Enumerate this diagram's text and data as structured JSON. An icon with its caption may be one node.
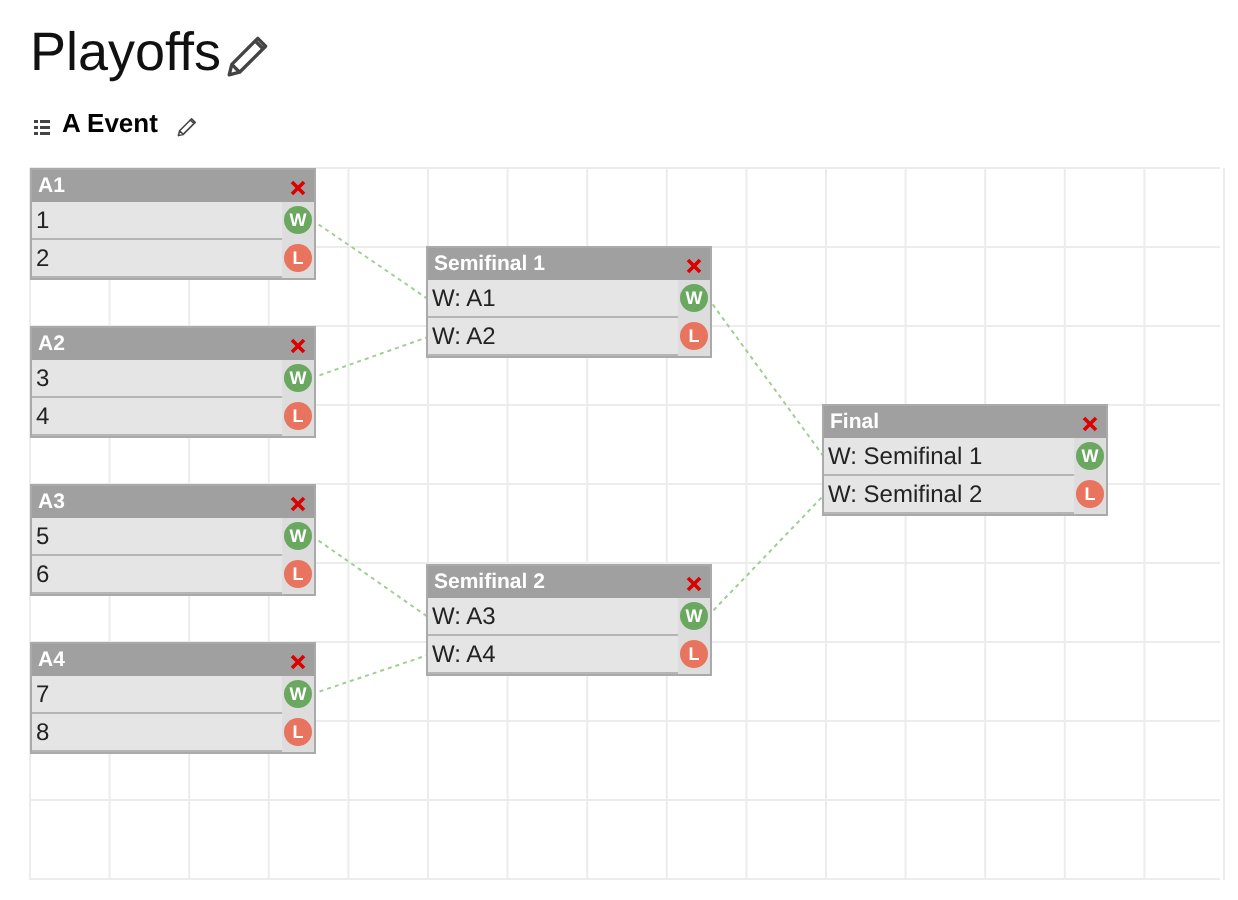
{
  "diagram": {
    "title": "Playoffs",
    "nodes": [
      {
        "text": [
          "A1"
        ]
      },
      {
        "text": [
          "1"
        ],
        "in": 0
      },
      {
        "text": [
          "2"
        ],
        "in": 0
      },
      {
        "text": [
          "W"
        ],
        "in": 0
      },
      {
        "text": [
          "L"
        ],
        "in": 0
      },
      {
        "text": [
          "A2"
        ]
      },
      {
        "text": [
          "3"
        ],
        "in": 5
      },
      {
        "text": [
          "4"
        ],
        "in": 5
      },
      {
        "text": [
          "W"
        ],
        "in": 5
      },
      {
        "text": [
          "L"
        ],
        "in": 5
      },
      {
        "text": [
          "A3"
        ]
      },
      {
        "text": [
          "5"
        ],
        "in": 10
      },
      {
        "text": [
          "6"
        ],
        "in": 10
      },
      {
        "text": [
          "W"
        ],
        "in": 10
      },
      {
        "text": [
          "L"
        ],
        "in": 10
      },
      {
        "text": [
          "A4"
        ]
      },
      {
        "text": [
          "7"
        ],
        "in": 15
      },
      {
        "text": [
          "8"
        ],
        "in": 15
      },
      {
        "text": [
          "W"
        ],
        "in": 15
      },
      {
        "text": [
          "L"
        ],
        "in": 15
      },
      {
        "text": [
          "Semifinal 1"
        ]
      },
      {
        "text": [
          "W: A1"
        ],
        "in": 20
      },
      {
        "text": [
          "W: A2"
        ],
        "in": 20
      },
      {
        "text": [
          "W"
        ],
        "in": 20
      },
      {
        "text": [
          "L"
        ],
        "in": 20
      },
      {
        "text": [
          "Semifinal 2"
        ]
      },
      {
        "text": [
          "W: A3"
        ],
        "in": 25
      },
      {
        "text": [
          "W: A4"
        ],
        "in": 25
      },
      {
        "text": [
          "W"
        ],
        "in": 25
      },
      {
        "text": [
          "L"
        ],
        "in": 25
      },
      {
        "text": [
          "Final"
        ]
      },
      {
        "text": [
          "W: Semifinal 1"
        ],
        "in": 30
      },
      {
        "text": [
          "W: Semifinal 2"
        ],
        "in": 30
      },
      {
        "text": [
          "W"
        ],
        "in": 30
      },
      {
        "text": [
          "L"
        ],
        "in": 30
      }
    ],
    "edges": [
      {
        "from": 3,
        "to": 21,
        "arrow": "none",
        "style": "dashed"
      },
      {
        "from": 8,
        "to": 22,
        "arrow": "none",
        "style": "dashed"
      },
      {
        "from": 13,
        "to": 26,
        "arrow": "none",
        "style": "dashed"
      },
      {
        "from": 18,
        "to": 27,
        "arrow": "none",
        "style": "dashed"
      },
      {
        "from": 23,
        "to": 31,
        "arrow": "none",
        "style": "dashed"
      },
      {
        "from": 28,
        "to": 32,
        "arrow": "none",
        "style": "dashed"
      }
    ],
    "labels": [
      "A Event"
    ]
  }
}
